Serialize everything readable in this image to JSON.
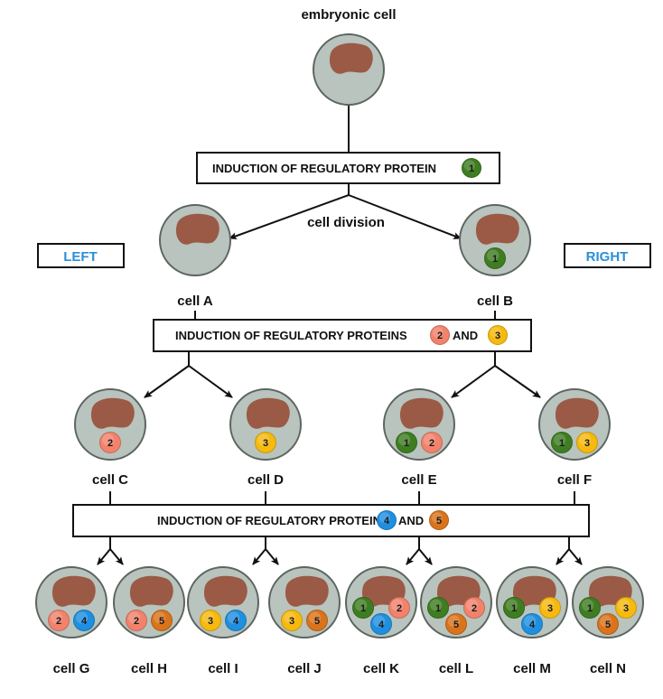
{
  "title": "embryonic cell",
  "division_label": "cell division",
  "sides": {
    "left": "LEFT",
    "right": "RIGHT"
  },
  "inductions": [
    {
      "text": "INDUCTION OF REGULATORY PROTEIN",
      "proteins": [
        "1"
      ],
      "joiner": ""
    },
    {
      "text": "INDUCTION OF REGULATORY PROTEINS",
      "proteins": [
        "2",
        "3"
      ],
      "joiner": "AND"
    },
    {
      "text": "INDUCTION OF REGULATORY PROTEINS",
      "proteins": [
        "4",
        "5"
      ],
      "joiner": "AND"
    }
  ],
  "protein_colors": {
    "1": "#3f7d22",
    "2": "#f2826c",
    "3": "#f6b90f",
    "4": "#1f8fe0",
    "5": "#d9731c"
  },
  "colors": {
    "cytoplasm": "#b8c4bd",
    "nucleus": "#9a5a46",
    "outline": "#5d6560",
    "side_label": "#2a8fd6"
  },
  "cells": {
    "root": {
      "name": "embryonic cell",
      "proteins": []
    },
    "A": {
      "name": "cell A",
      "proteins": []
    },
    "B": {
      "name": "cell B",
      "proteins": [
        "1"
      ]
    },
    "C": {
      "name": "cell C",
      "proteins": [
        "2"
      ]
    },
    "D": {
      "name": "cell D",
      "proteins": [
        "3"
      ]
    },
    "E": {
      "name": "cell E",
      "proteins": [
        "1",
        "2"
      ]
    },
    "F": {
      "name": "cell F",
      "proteins": [
        "1",
        "3"
      ]
    },
    "G": {
      "name": "cell G",
      "proteins": [
        "2",
        "4"
      ]
    },
    "H": {
      "name": "cell H",
      "proteins": [
        "2",
        "5"
      ]
    },
    "I": {
      "name": "cell I",
      "proteins": [
        "3",
        "4"
      ]
    },
    "J": {
      "name": "cell J",
      "proteins": [
        "3",
        "5"
      ]
    },
    "K": {
      "name": "cell K",
      "proteins": [
        "1",
        "2",
        "4"
      ]
    },
    "L": {
      "name": "cell L",
      "proteins": [
        "1",
        "2",
        "5"
      ]
    },
    "M": {
      "name": "cell M",
      "proteins": [
        "1",
        "3",
        "4"
      ]
    },
    "N": {
      "name": "cell N",
      "proteins": [
        "1",
        "3",
        "5"
      ]
    }
  }
}
